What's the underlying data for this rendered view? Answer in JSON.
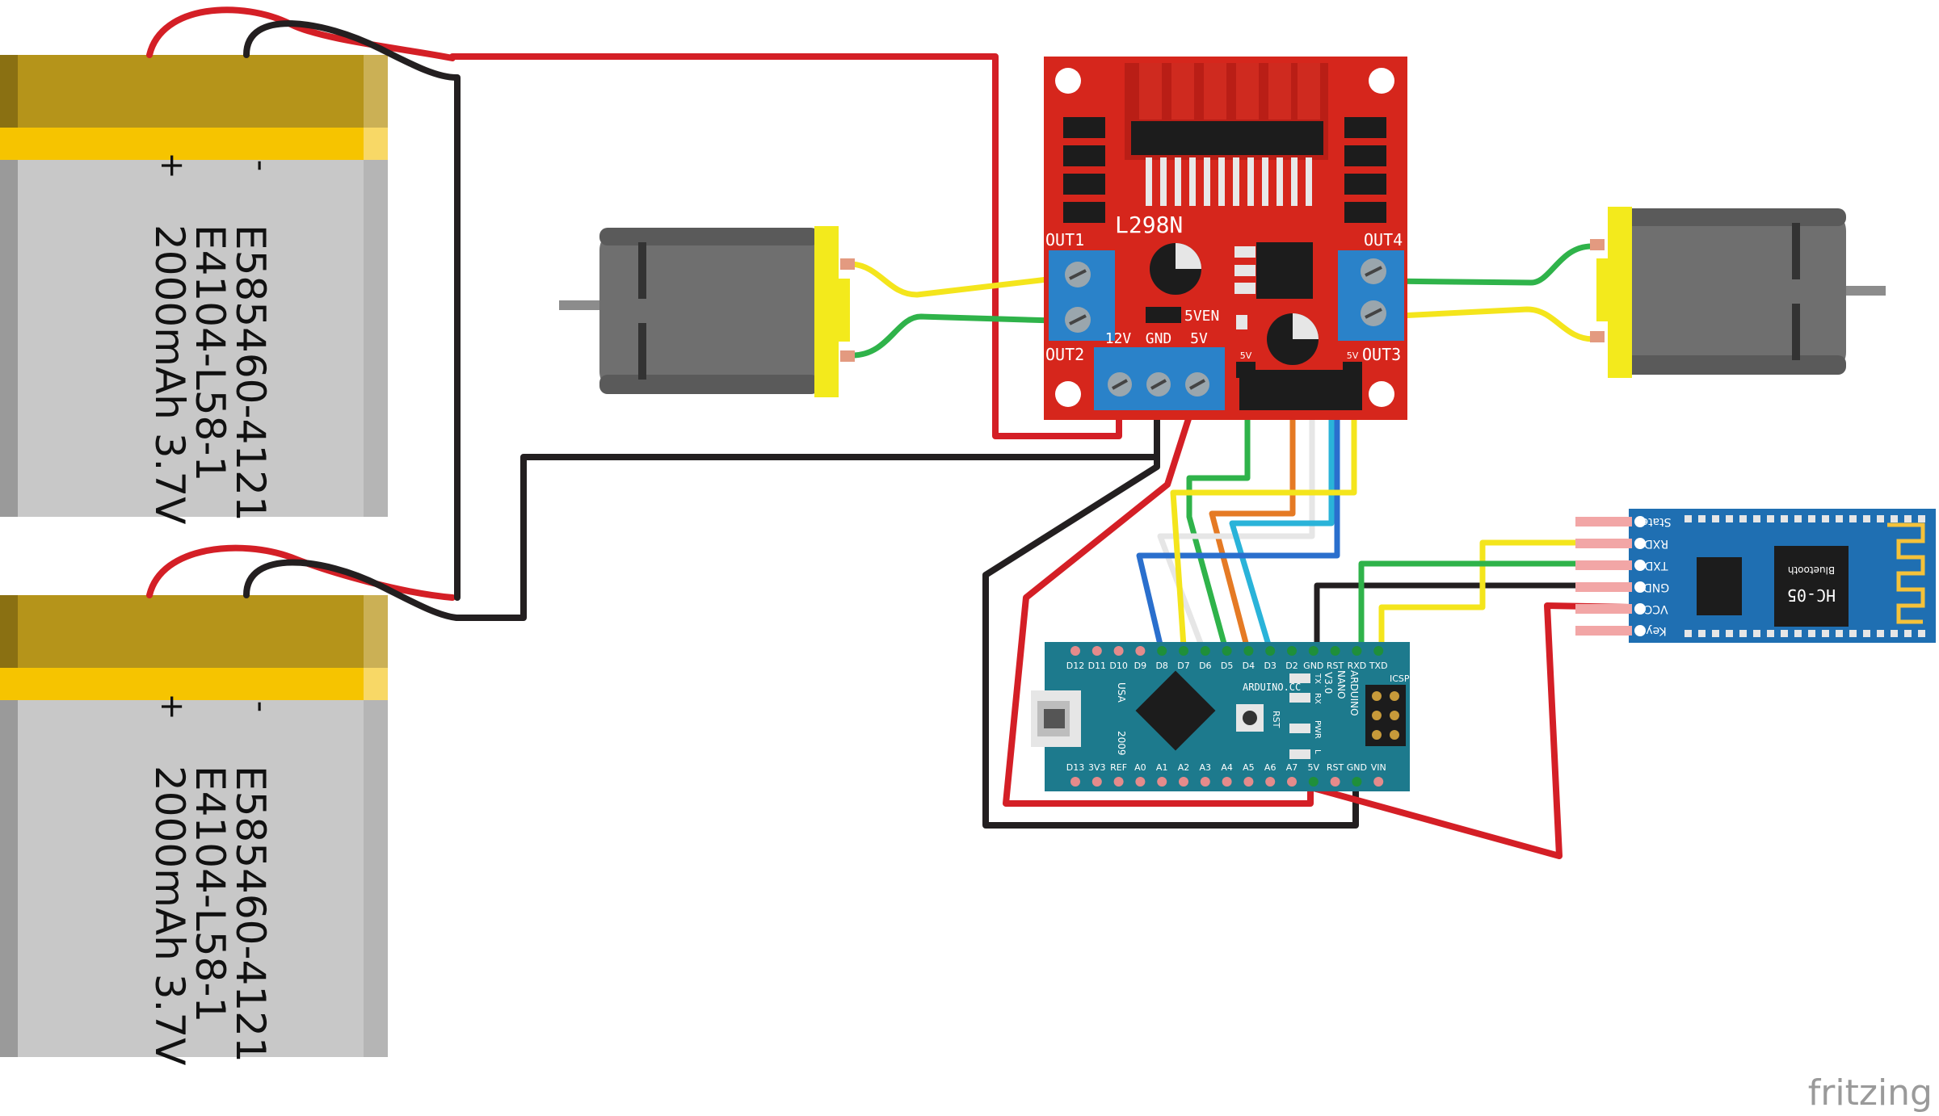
{
  "batteries": [
    {
      "model": "E585460-4121",
      "part": "E4104-L58-1",
      "rating": "2000mAh 3.7V",
      "minus": "-",
      "plus": "+"
    },
    {
      "model": "E585460-4121",
      "part": "E4104-L58-1",
      "rating": "2000mAh 3.7V",
      "minus": "-",
      "plus": "+"
    }
  ],
  "driver": {
    "name": "L298N",
    "out1": "OUT1",
    "out2": "OUT2",
    "out3": "OUT3",
    "out4": "OUT4",
    "ven": "5VEN",
    "power_labels": [
      "12V",
      "GND",
      "5V"
    ],
    "pin_5v": "5V"
  },
  "nano": {
    "top_pins": [
      "D12",
      "D11",
      "D10",
      "D9",
      "D8",
      "D7",
      "D6",
      "D5",
      "D4",
      "D3",
      "D2",
      "GND",
      "RST",
      "RXD",
      "TXD"
    ],
    "bottom_pins": [
      "D13",
      "3V3",
      "REF",
      "A0",
      "A1",
      "A2",
      "A3",
      "A4",
      "A5",
      "A6",
      "A7",
      "5V",
      "RST",
      "GND",
      "VIN"
    ],
    "brand": "ARDUINO.CC",
    "title": "ARDUINO",
    "model": "NANO",
    "version": "V3.0",
    "icsp": "ICSP",
    "usa": "USA",
    "year": "2009",
    "rst": "RST",
    "leds": [
      "TX",
      "RX",
      "PWR",
      "L"
    ]
  },
  "bluetooth": {
    "pins": [
      "State",
      "RXD",
      "TXD",
      "GND",
      "VCC",
      "Key"
    ],
    "name": "HC-05",
    "subtitle": "Bluetooth"
  },
  "watermark": "fritzing",
  "colors": {
    "red_wire": "#d41f26",
    "black_wire": "#231f20",
    "yellow_wire": "#f4e51c",
    "green_wire": "#2fb34a",
    "driver_board": "#d6261c",
    "nano_board": "#1d7a8d",
    "hc05_board": "#1f6fb2",
    "terminal_blue": "#2a82c9"
  }
}
